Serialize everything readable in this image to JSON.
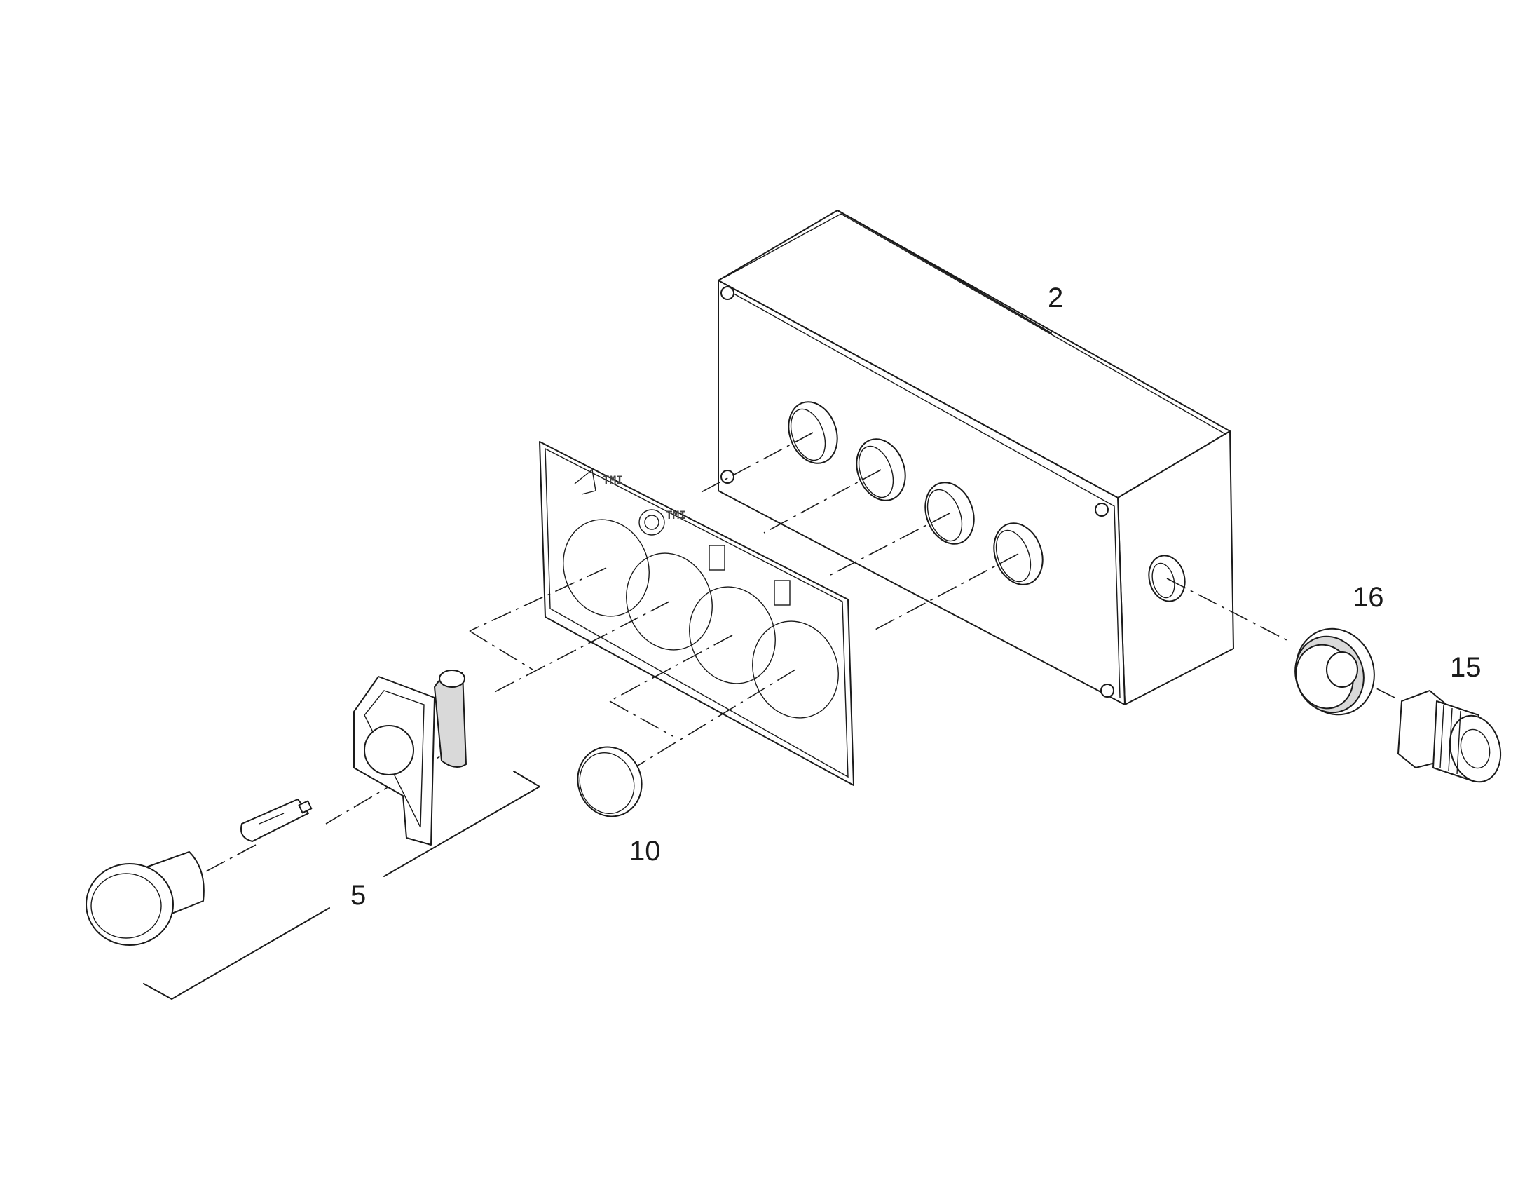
{
  "callouts": {
    "enclosure": "2",
    "pilot_light_assembly": "5",
    "blanking_cap": "10",
    "cable_gland": "15",
    "gland_seal": "16"
  },
  "colors": {
    "line": "#1a1a1a",
    "shade": "#d9d9d9",
    "background": "#ffffff"
  }
}
